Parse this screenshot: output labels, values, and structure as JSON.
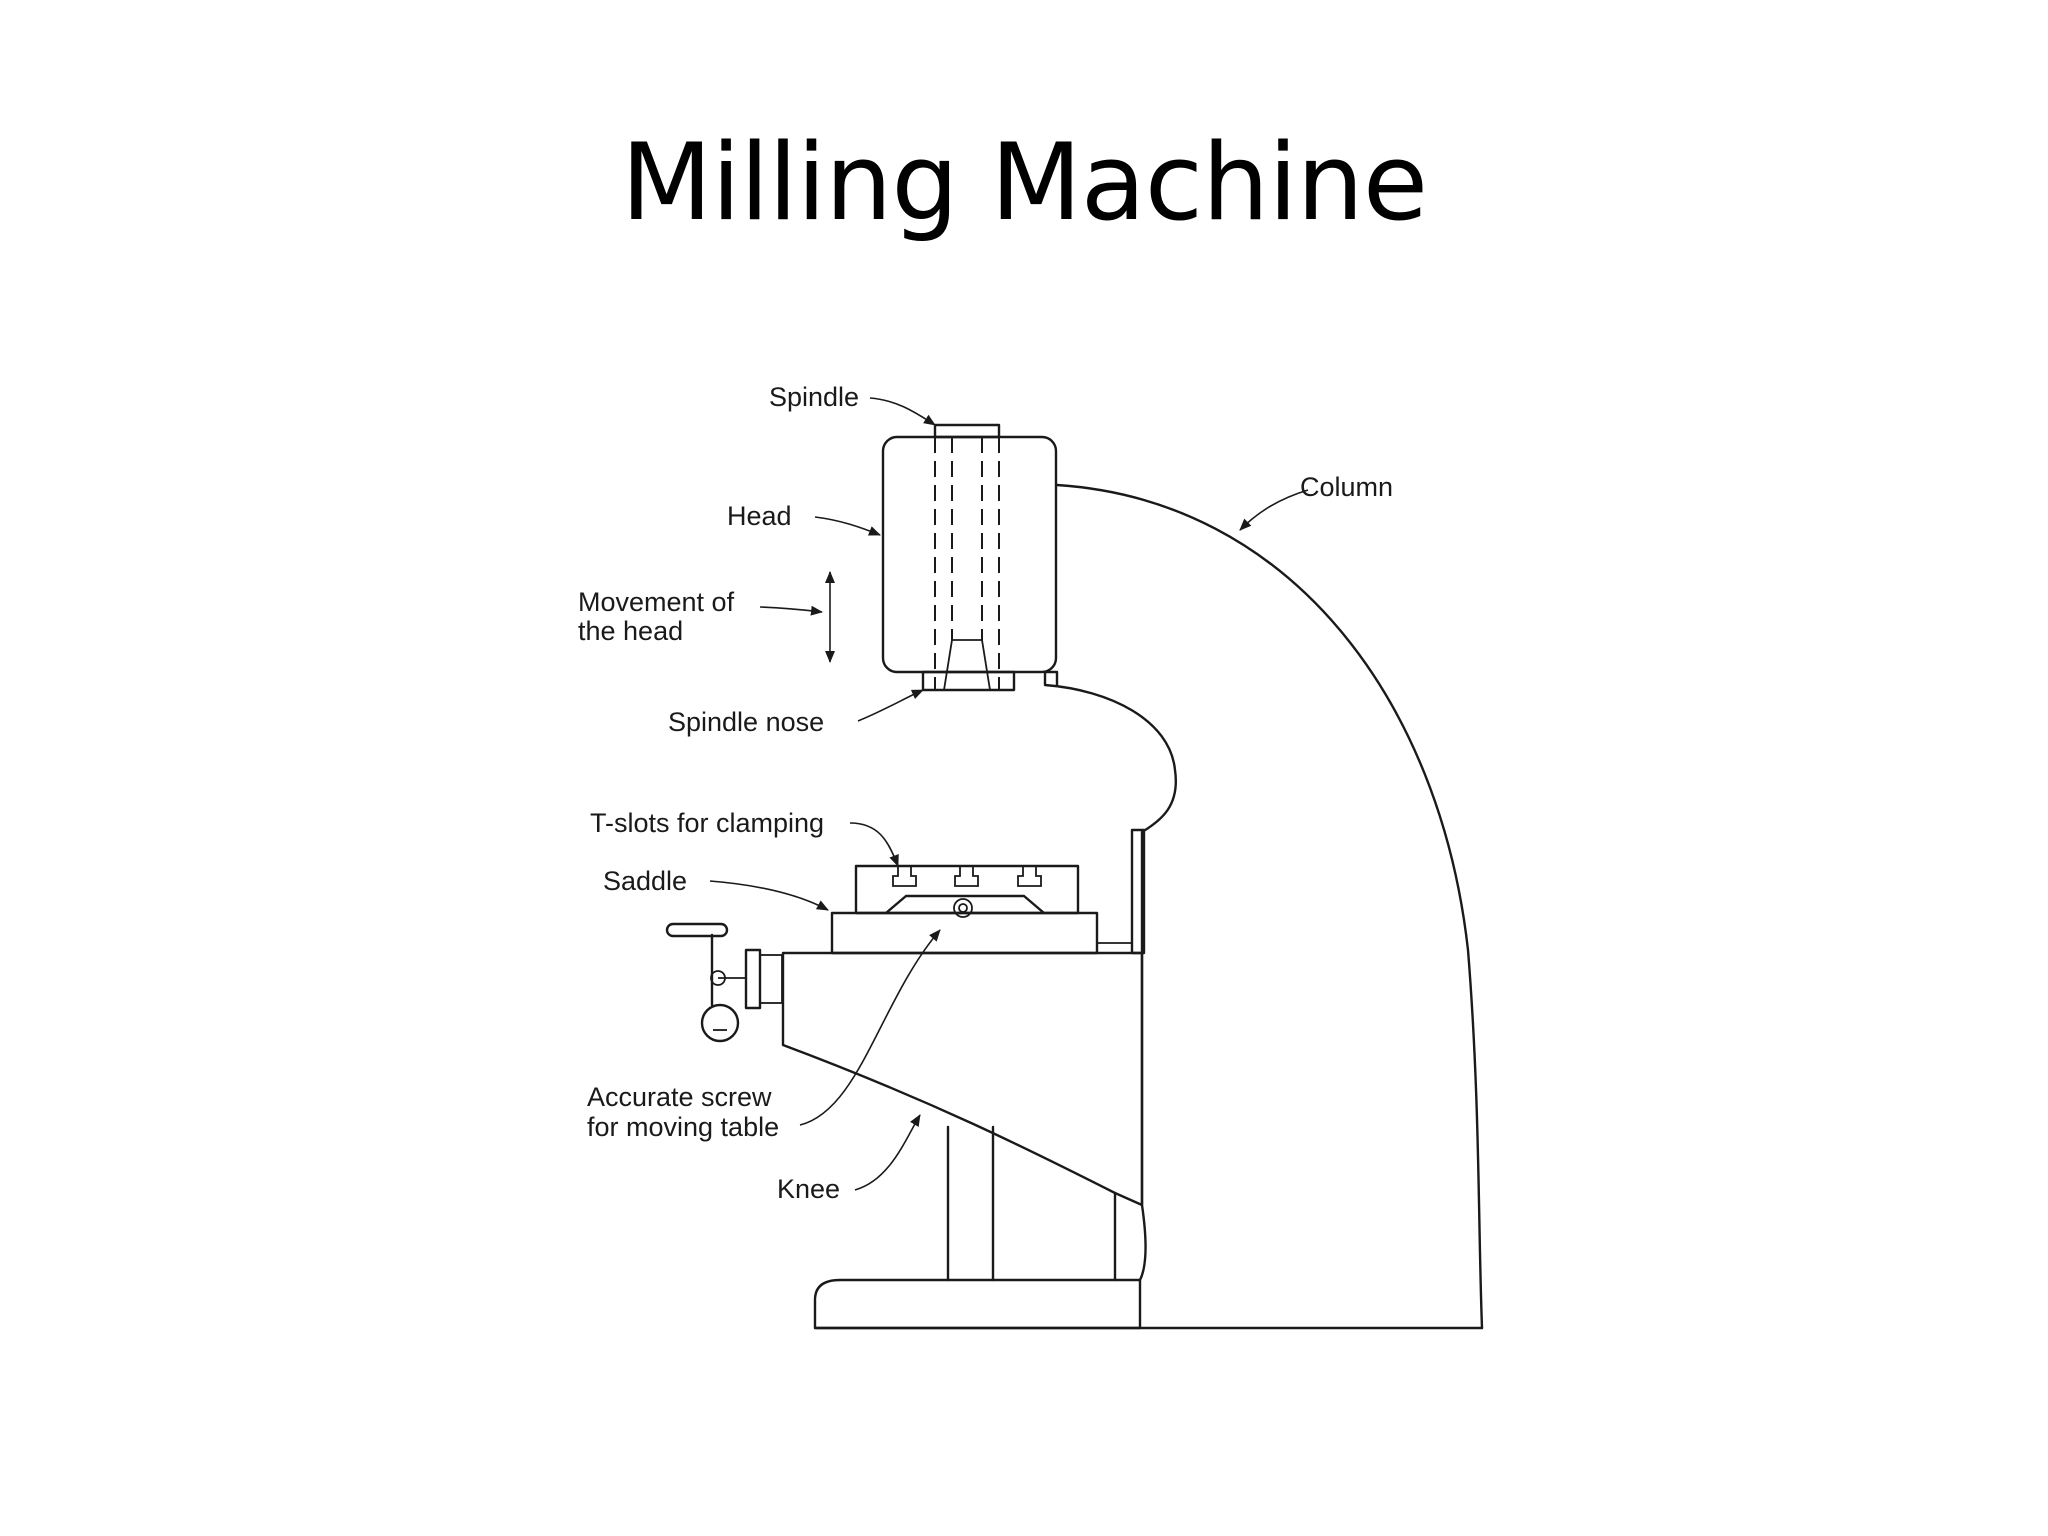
{
  "slide": {
    "title": "Milling Machine"
  },
  "diagram": {
    "labels": {
      "spindle": "Spindle",
      "head": "Head",
      "movement_line1": "Movement of",
      "movement_line2": "the head",
      "spindle_nose": "Spindle nose",
      "tslots": "T-slots for clamping",
      "saddle": "Saddle",
      "screw_line1": "Accurate screw",
      "screw_line2": "for moving table",
      "knee": "Knee",
      "column": "Column"
    },
    "colors": {
      "ink": "#1a1a1a",
      "background": "#ffffff"
    }
  }
}
